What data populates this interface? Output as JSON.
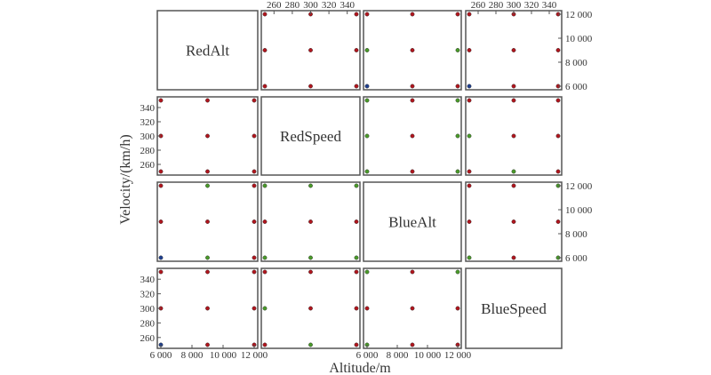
{
  "chart_data": {
    "type": "scatter",
    "subtype": "scatter-matrix",
    "variables": [
      "RedAlt",
      "RedSpeed",
      "BlueAlt",
      "BlueSpeed"
    ],
    "variable_kind": [
      "altitude",
      "speed",
      "altitude",
      "speed"
    ],
    "xlabel": "Altitude/m",
    "ylabel": "Velocity/(km/h)",
    "altitude_axis": {
      "range": [
        6000,
        12000
      ],
      "ticks": [
        6000,
        8000,
        10000,
        12000
      ],
      "tick_labels": [
        "6 000",
        "8 000",
        "10 000",
        "12 000"
      ]
    },
    "speed_axis": {
      "range": [
        250,
        350
      ],
      "ticks": [
        260,
        280,
        300,
        320,
        340
      ],
      "tick_labels": [
        "260",
        "280",
        "300",
        "320",
        "340"
      ]
    },
    "grid_values": {
      "altitude": [
        6000,
        9000,
        12000
      ],
      "speed": [
        250,
        300,
        350
      ]
    },
    "colors": {
      "r": "#b0161e",
      "g": "#4a9a2a",
      "b": "#1f3f8f"
    },
    "panels": [
      {
        "row": 0,
        "col": 1,
        "points": [
          [
            "r",
            "r",
            "r"
          ],
          [
            "r",
            "r",
            "r"
          ],
          [
            "r",
            "r",
            "r"
          ]
        ]
      },
      {
        "row": 0,
        "col": 2,
        "points": [
          [
            "r",
            "r",
            "r"
          ],
          [
            "g",
            "r",
            "g"
          ],
          [
            "b",
            "r",
            "r"
          ]
        ]
      },
      {
        "row": 0,
        "col": 3,
        "points": [
          [
            "r",
            "r",
            "r"
          ],
          [
            "r",
            "r",
            "r"
          ],
          [
            "b",
            "r",
            "r"
          ]
        ]
      },
      {
        "row": 1,
        "col": 0,
        "points": [
          [
            "r",
            "r",
            "r"
          ],
          [
            "r",
            "r",
            "r"
          ],
          [
            "r",
            "r",
            "r"
          ]
        ]
      },
      {
        "row": 1,
        "col": 2,
        "points": [
          [
            "g",
            "r",
            "g"
          ],
          [
            "g",
            "r",
            "g"
          ],
          [
            "g",
            "r",
            "g"
          ]
        ]
      },
      {
        "row": 1,
        "col": 3,
        "points": [
          [
            "r",
            "r",
            "r"
          ],
          [
            "g",
            "r",
            "r"
          ],
          [
            "r",
            "g",
            "r"
          ]
        ]
      },
      {
        "row": 2,
        "col": 0,
        "points": [
          [
            "r",
            "g",
            "r"
          ],
          [
            "r",
            "r",
            "r"
          ],
          [
            "b",
            "g",
            "r"
          ]
        ]
      },
      {
        "row": 2,
        "col": 1,
        "points": [
          [
            "g",
            "g",
            "g"
          ],
          [
            "r",
            "r",
            "r"
          ],
          [
            "g",
            "g",
            "g"
          ]
        ]
      },
      {
        "row": 2,
        "col": 3,
        "points": [
          [
            "r",
            "r",
            "g"
          ],
          [
            "r",
            "r",
            "r"
          ],
          [
            "g",
            "r",
            "g"
          ]
        ]
      },
      {
        "row": 3,
        "col": 0,
        "points": [
          [
            "r",
            "r",
            "r"
          ],
          [
            "r",
            "r",
            "r"
          ],
          [
            "b",
            "r",
            "r"
          ]
        ]
      },
      {
        "row": 3,
        "col": 1,
        "points": [
          [
            "r",
            "r",
            "r"
          ],
          [
            "g",
            "r",
            "r"
          ],
          [
            "r",
            "g",
            "r"
          ]
        ]
      },
      {
        "row": 3,
        "col": 2,
        "points": [
          [
            "g",
            "r",
            "g"
          ],
          [
            "r",
            "r",
            "r"
          ],
          [
            "g",
            "r",
            "r"
          ]
        ]
      }
    ]
  }
}
